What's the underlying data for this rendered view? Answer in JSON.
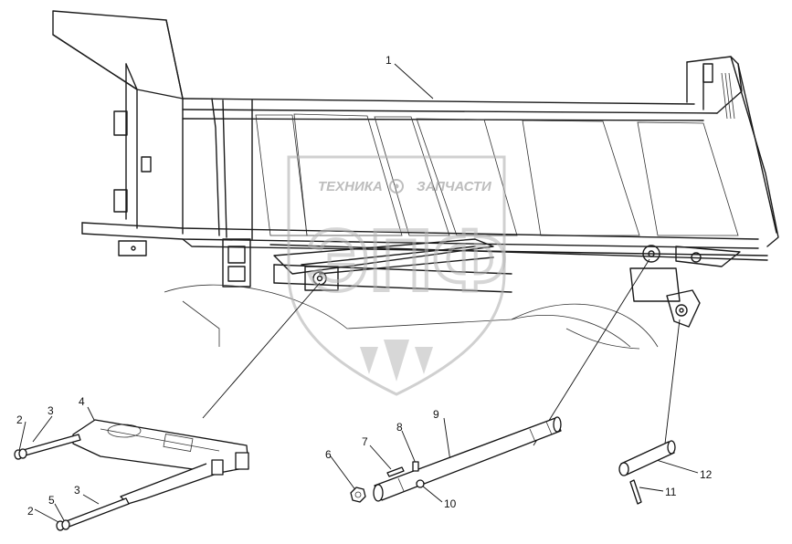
{
  "figure": {
    "callouts": [
      {
        "id": "c1",
        "text": "1"
      },
      {
        "id": "c2a",
        "text": "2"
      },
      {
        "id": "c3a",
        "text": "3"
      },
      {
        "id": "c4",
        "text": "4"
      },
      {
        "id": "c2b",
        "text": "2"
      },
      {
        "id": "c5",
        "text": "5"
      },
      {
        "id": "c3b",
        "text": "3"
      },
      {
        "id": "c6",
        "text": "6"
      },
      {
        "id": "c7",
        "text": "7"
      },
      {
        "id": "c8",
        "text": "8"
      },
      {
        "id": "c9",
        "text": "9"
      },
      {
        "id": "c10",
        "text": "10"
      },
      {
        "id": "c12",
        "text": "12"
      },
      {
        "id": "c11",
        "text": "11"
      }
    ]
  },
  "watermark": {
    "line1_left": "ТЕХНИКА",
    "line1_right": "ЗАПЧАСТИ",
    "logo": "ЭПФ"
  }
}
